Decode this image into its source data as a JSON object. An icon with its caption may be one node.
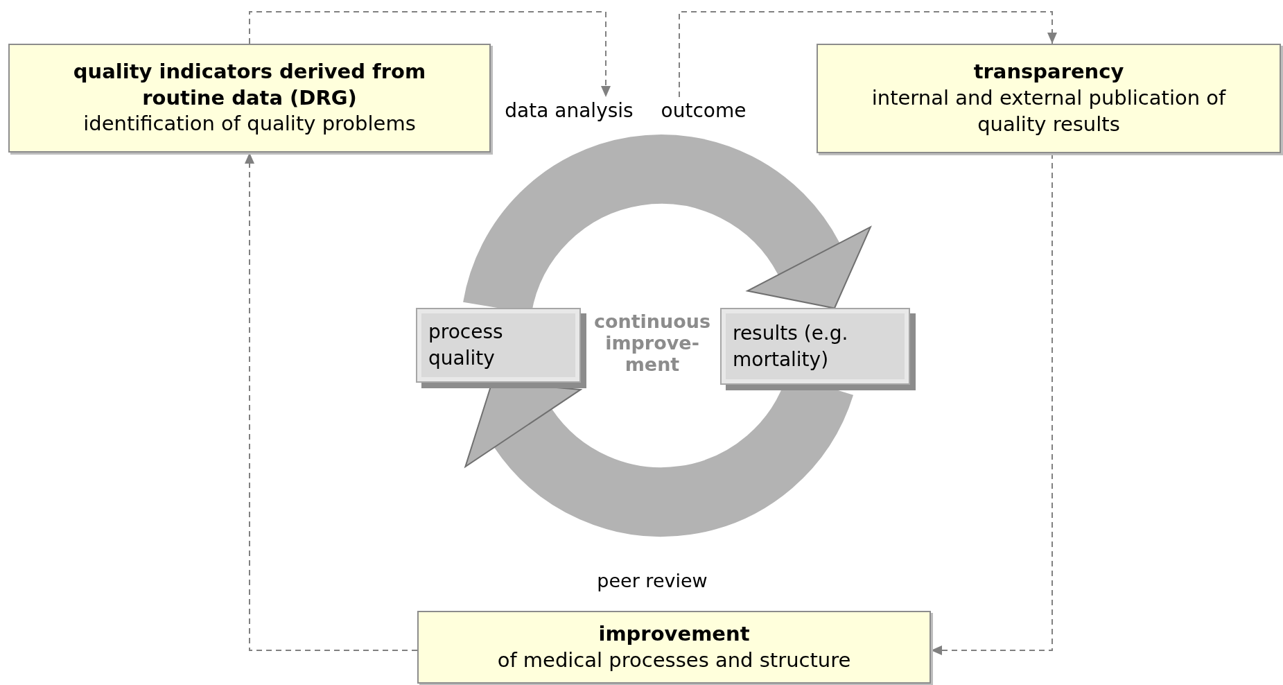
{
  "diagram": {
    "nodes": [
      {
        "text": [
          "quality indicators derived from routine data (DRG)",
          "identification of quality problems"
        ]
      },
      {
        "text": [
          "transparency",
          "internal and external publication of quality results"
        ]
      },
      {
        "text": [
          "improvement",
          "of medical processes and structure"
        ]
      },
      {
        "text": [
          "data analysis"
        ]
      },
      {
        "text": [
          "outcome"
        ]
      },
      {
        "text": [
          "process quality"
        ]
      },
      {
        "text": [
          "results (e.g. mortality)"
        ]
      }
    ],
    "edges": [
      {
        "from": 0,
        "to": 3,
        "arrow": "to",
        "style": "dashed"
      },
      {
        "from": 4,
        "to": 1,
        "arrow": "to",
        "style": "dashed"
      },
      {
        "from": 1,
        "to": 2,
        "arrow": "to",
        "style": "dashed"
      },
      {
        "from": 2,
        "to": 0,
        "arrow": "to",
        "style": "dashed"
      },
      {
        "from": 5,
        "to": 6,
        "arrow": "to",
        "style": "thick",
        "color": "#b3b3b3"
      },
      {
        "from": 6,
        "to": 5,
        "arrow": "to",
        "style": "thick",
        "color": "#b3b3b3"
      }
    ],
    "labels": [
      "continuous improve- ment",
      "peer review"
    ]
  }
}
